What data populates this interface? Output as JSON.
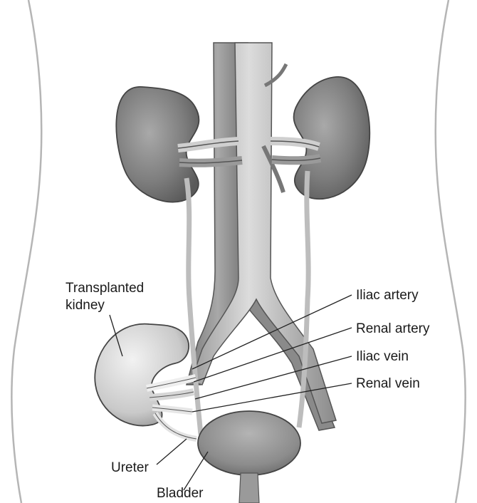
{
  "labels": {
    "transplanted_kidney_line1": "Transplanted",
    "transplanted_kidney_line2": "kidney",
    "iliac_artery": "Iliac artery",
    "renal_artery": "Renal artery",
    "iliac_vein": "Iliac vein",
    "renal_vein": "Renal vein",
    "ureter": "Ureter",
    "bladder": "Bladder"
  }
}
